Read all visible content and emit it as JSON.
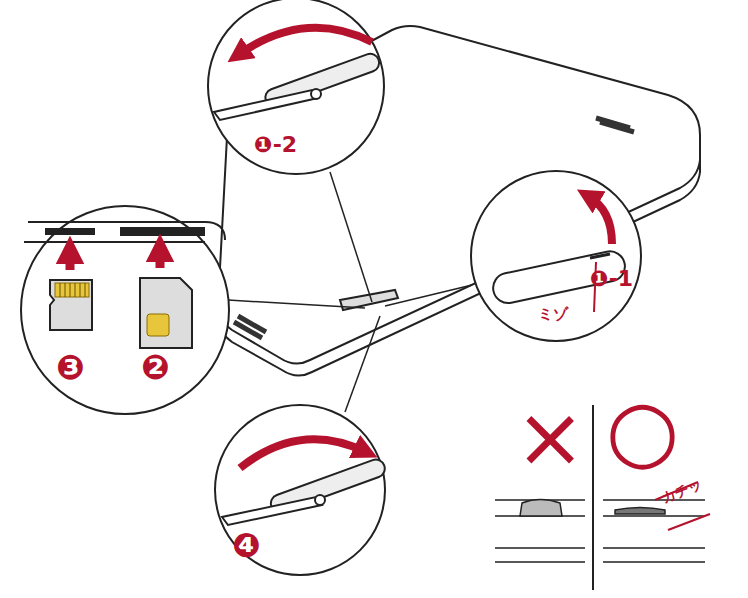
{
  "diagram": {
    "labels": [
      "❶-2",
      "❶-1",
      "ミゾ",
      "❸",
      "❷",
      "❹",
      "×",
      "○",
      "カチッ"
    ]
  }
}
